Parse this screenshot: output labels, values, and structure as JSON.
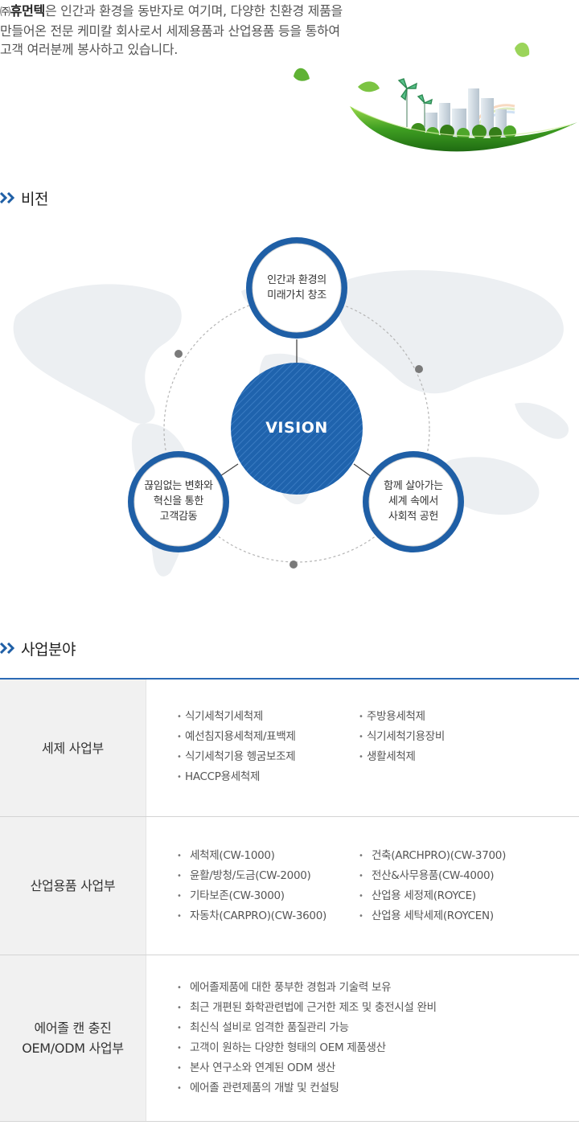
{
  "intro": {
    "brand_prefix": "㈜",
    "brand_name": "휴먼텍",
    "line1_rest": "은 인간과 환경을 동반자로 여기며, 다양한 친환경 제품을",
    "line2": "만들어온 전문 케미칼 회사로서 세제용품과 산업용품 등을 통하여",
    "line3": "고객 여러분께 봉사하고 있습니다."
  },
  "vision_section": {
    "heading": "비전",
    "core": "VISION",
    "top": [
      "인간과 환경의",
      "미래가치 창조"
    ],
    "left": [
      "끊임없는 변화와",
      "혁신을 통한",
      "고객감동"
    ],
    "right": [
      "함께 살아가는",
      "세계 속에서",
      "사회적 공헌"
    ]
  },
  "business_section": {
    "heading": "사업분야",
    "rows": [
      {
        "category": [
          "세제 사업부"
        ],
        "col1": [
          "식기세척기세척제",
          "예선침지용세척제/표백제",
          "식기세척기용 헹굼보조제",
          "HACCP용세척제"
        ],
        "col2": [
          "주방용세척제",
          "식기세척기용장비",
          "생활세척제"
        ]
      },
      {
        "category": [
          "산업용품 사업부"
        ],
        "col1": [
          "세척제(CW-1000)",
          "윤활/방청/도금(CW-2000)",
          "기타보존(CW-3000)",
          "자동차(CARPRO)(CW-3600)"
        ],
        "col2": [
          "건축(ARCHPRO)(CW-3700)",
          "전산&사무용품(CW-4000)",
          "산업용 세정제(ROYCE)",
          "산업용 세탁세제(ROYCEN)"
        ]
      },
      {
        "category": [
          "에어졸 캔 충진",
          "OEM/ODM 사업부"
        ],
        "col1": [
          "에어졸제품에 대한 풍부한 경험과 기술력 보유",
          "최근 개편된 화학관련법에 근거한 제조 및 충전시설 완비",
          "최신식 설비로 엄격한 품질관리 가능",
          "고객이 원하는 다양한 형태의 OEM 제품생산",
          "본사 연구소와 연계된 ODM 생산",
          "에어졸 관련제품의 개발 및 컨설팅"
        ]
      }
    ]
  },
  "colors": {
    "accent_blue": "#1f5fa6",
    "table_border": "#2b6ab5",
    "leaf_green": "#4caa2c"
  }
}
